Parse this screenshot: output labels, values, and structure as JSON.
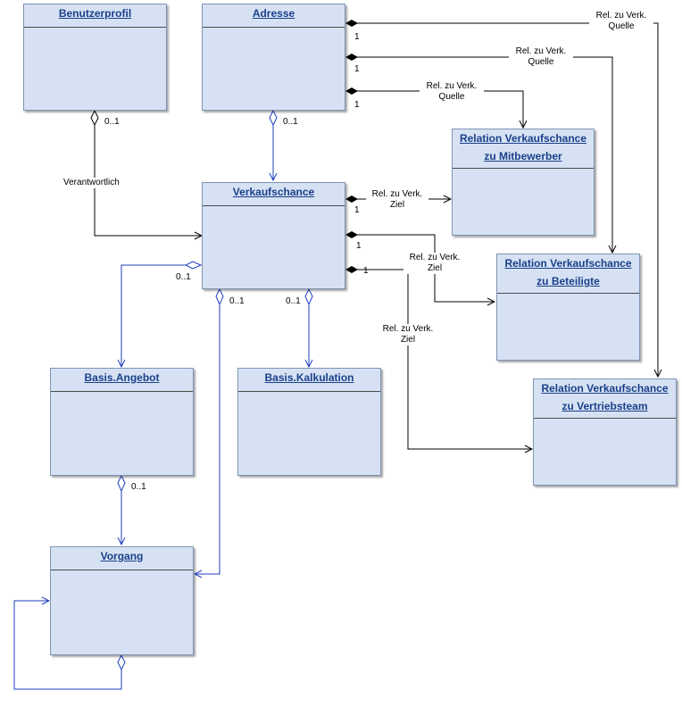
{
  "classes": {
    "benutzerprofil": "Benutzerprofil",
    "adresse": "Adresse",
    "verkaufschance": "Verkaufschance",
    "mitbewerber": [
      "Relation Verkaufschance",
      "zu Mitbewerber"
    ],
    "beteiligte": [
      "Relation Verkaufschance",
      "zu Beteiligte"
    ],
    "vertriebsteam": [
      "Relation Verkaufschance",
      "zu Vertriebsteam"
    ],
    "angebot": "Basis.Angebot",
    "kalkulation": "Basis.Kalkulation",
    "vorgang": "Vorgang"
  },
  "labels": {
    "quelle_a": [
      "Rel. zu Verk.",
      "Quelle"
    ],
    "quelle_b": [
      "Rel. zu Verk.",
      "Quelle"
    ],
    "quelle_c": [
      "Rel. zu Verk.",
      "Quelle"
    ],
    "ziel_a": [
      "Rel. zu Verk.",
      "Ziel"
    ],
    "ziel_b": [
      "Rel. zu Verk.",
      "Ziel"
    ],
    "ziel_c": [
      "Rel. zu Verk.",
      "Ziel"
    ],
    "verantwortlich": "Verantwortlich",
    "one": "1",
    "zero_one": "0..1"
  },
  "colors": {
    "box_fill": "#d6e2f3",
    "title_text": "#1a3f8a",
    "aggregation_line": "#1f3fbf",
    "composition_line": "#000000"
  }
}
